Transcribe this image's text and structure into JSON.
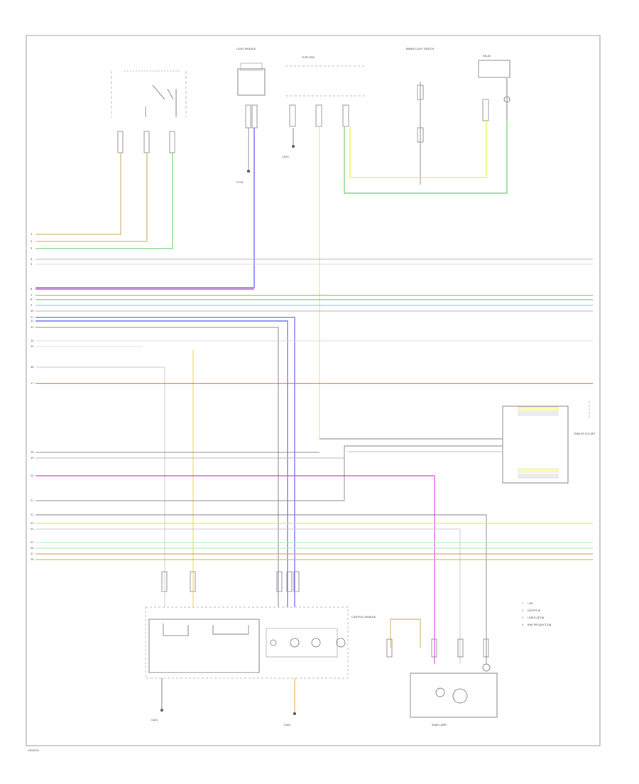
{
  "footer_code": "W00000",
  "legend": [
    {
      "num": "1",
      "text": "LHD"
    },
    {
      "num": "2",
      "text": "EXCEPT W"
    },
    {
      "num": "3",
      "text": "LINIFICATION"
    },
    {
      "num": "4",
      "text": "RHD PRODUCTION"
    }
  ],
  "components": {
    "fuse_label": "FUSE BOX",
    "comp_a": "LIGHT MODULE",
    "comp_b": "BRAKE LIGHT SWITCH",
    "comp_c": "RELAY",
    "comp_d": "CONTROL MODULE",
    "comp_e": "TRAILER SOCKET",
    "comp_f": "REAR LAMP",
    "ground_1": "G104",
    "ground_2": "G200",
    "ground_3": "G301",
    "ground_4": "G402"
  },
  "colors": {
    "red": "#ff5a5a",
    "blue": "#5a5aff",
    "magenta": "#e040e0",
    "green": "#6fcf6f",
    "yellow": "#e8e850",
    "tan": "#d8b070",
    "gray": "#9a9a9a",
    "lightblue": "#a8c8e8",
    "purple": "#b040b0",
    "orange": "#e8b060",
    "lightgreen": "#b8f0b8",
    "frame": "#999999"
  }
}
